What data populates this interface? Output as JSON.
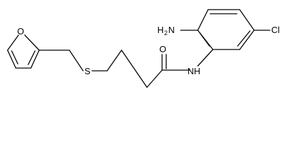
{
  "molecule": {
    "atoms": {
      "furan_oxygen": "O",
      "sulfur": "S",
      "carbonyl_oxygen": "O",
      "amide_nitrogen": "NH",
      "amine_main": "H",
      "amine_sub": "2",
      "amine_n": "N",
      "chlorine": "Cl"
    }
  }
}
